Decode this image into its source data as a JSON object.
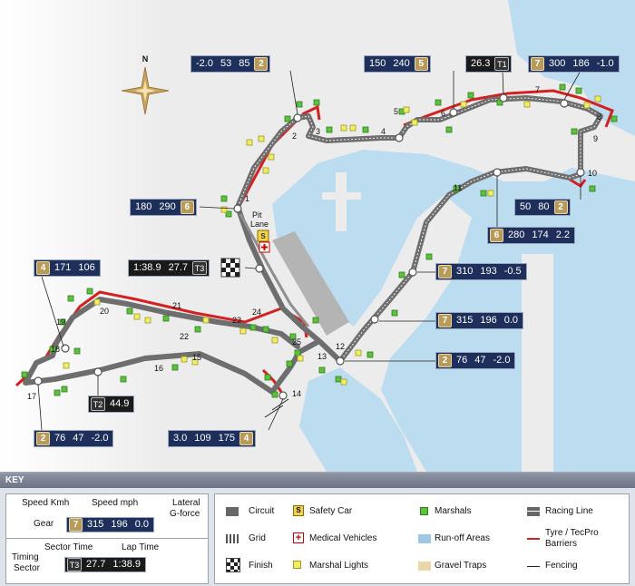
{
  "turns": [
    "1",
    "2",
    "3",
    "4",
    "5",
    "6",
    "7",
    "8",
    "9",
    "10",
    "11",
    "12",
    "13",
    "14",
    "15",
    "16",
    "17",
    "18",
    "19",
    "20",
    "21",
    "22",
    "23",
    "24",
    "25"
  ],
  "compass": {
    "north_label": "N"
  },
  "pit_lane": {
    "label_line1": "Pit",
    "label_line2": "Lane"
  },
  "data_boxes": [
    {
      "id": "box-t2",
      "values": [
        "-2.0",
        "53",
        "85"
      ],
      "gear": "2"
    },
    {
      "id": "box-t5",
      "values": [
        "150",
        "240"
      ],
      "gear": "5"
    },
    {
      "id": "box-t1-timing",
      "values": [
        "26.3"
      ],
      "sector": "T1"
    },
    {
      "id": "box-t7",
      "values": [
        "300",
        "186",
        "-1.0"
      ],
      "gear": "7"
    },
    {
      "id": "box-t1",
      "values": [
        "180",
        "290"
      ],
      "gear": "6"
    },
    {
      "id": "box-t10",
      "values": [
        "50",
        "80"
      ],
      "gear": "2"
    },
    {
      "id": "box-t11",
      "values": [
        "280",
        "174",
        "2.2"
      ],
      "gear": "6"
    },
    {
      "id": "box-finish",
      "values": [
        "1:38.9",
        "27.7"
      ],
      "sector": "T3"
    },
    {
      "id": "box-back1",
      "values": [
        "310",
        "193",
        "-0.5"
      ],
      "gear": "7"
    },
    {
      "id": "box-back2",
      "values": [
        "315",
        "196",
        "0.0"
      ],
      "gear": "7"
    },
    {
      "id": "box-t12",
      "values": [
        "76",
        "47",
        "-2.0"
      ],
      "gear": "2"
    },
    {
      "id": "box-t19",
      "values": [
        "171",
        "106"
      ],
      "gear": "4"
    },
    {
      "id": "box-t2sec",
      "values": [
        "44.9"
      ],
      "sector": "T2"
    },
    {
      "id": "box-t17",
      "values": [
        "76",
        "47",
        "-2.0"
      ],
      "gear": "2"
    },
    {
      "id": "box-t14",
      "values": [
        "3.0",
        "109",
        "175"
      ],
      "gear": "4"
    }
  ],
  "key": {
    "title": "KEY",
    "legend_panel": {
      "speed_kmh": "Speed Kmh",
      "speed_mph": "Speed mph",
      "lateral_1": "Lateral",
      "lateral_2": "G-force",
      "gear": "Gear",
      "sample_gear": "7",
      "sample_values": [
        "315",
        "196",
        "0.0"
      ],
      "sector_time": "Sector Time",
      "lap_time": "Lap Time",
      "timing_1": "Timing",
      "timing_2": "Sector",
      "sample_sector": "T3",
      "sample_sector_time": "27.7",
      "sample_lap_time": "1:38.9"
    },
    "items": {
      "circuit": "Circuit",
      "safety_car": "Safety Car",
      "marshals": "Marshals",
      "racing_line": "Racing Line",
      "grid": "Grid",
      "medical": "Medical Vehicles",
      "runoff": "Run-off Areas",
      "tyre_1": "Tyre / TecPro",
      "tyre_2": "Barriers",
      "finish": "Finish",
      "marshal_lights": "Marshal Lights",
      "gravel": "Gravel Traps",
      "fencing": "Fencing"
    },
    "safety_car_symbol": "S"
  },
  "colors": {
    "water": "#bcdcf0",
    "land": "#e8e8e8",
    "track": "#6e6e6e",
    "barrier": "#d42020",
    "marshal": "#5cc23c",
    "light": "#f2ee64",
    "panel": "#1d2f5a",
    "gear": "#b89a5a"
  }
}
